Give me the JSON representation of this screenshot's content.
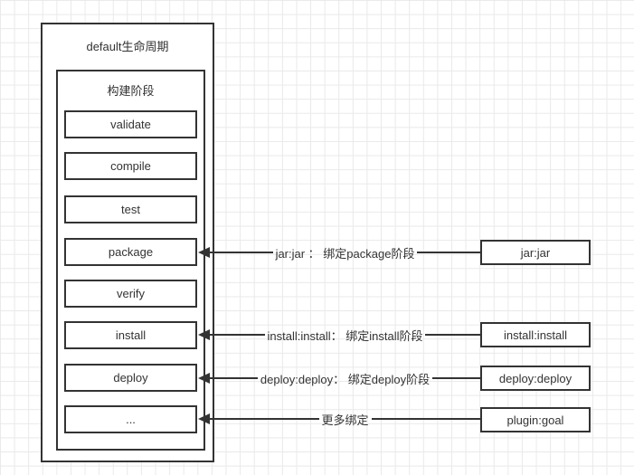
{
  "diagram": {
    "title": "default生命周期",
    "inner_title": "构建阶段",
    "phases": [
      "validate",
      "compile",
      "test",
      "package",
      "verify",
      "install",
      "deploy",
      "..."
    ],
    "bindings": [
      {
        "label": "jar:jar ： 绑定package阶段",
        "goal": "jar:jar",
        "target_phase": "package"
      },
      {
        "label": "install:install： 绑定install阶段",
        "goal": "install:install",
        "target_phase": "install"
      },
      {
        "label": "deploy:deploy： 绑定deploy阶段",
        "goal": "deploy:deploy",
        "target_phase": "deploy"
      },
      {
        "label": "更多绑定",
        "goal": "plugin:goal",
        "target_phase": "..."
      }
    ],
    "colors": {
      "border": "#333333",
      "text": "#333333",
      "grid": "#e9e9e9",
      "background": "#ffffff"
    }
  }
}
